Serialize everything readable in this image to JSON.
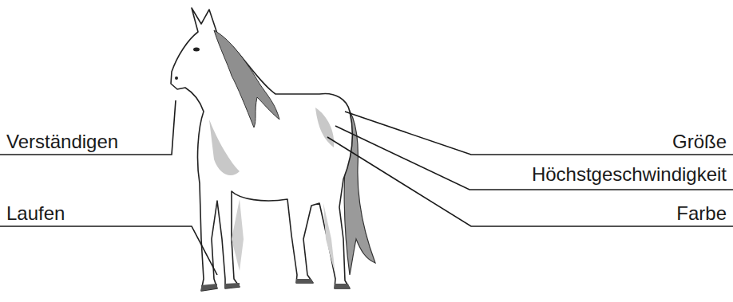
{
  "diagram": {
    "labels": [
      "Verständigen",
      "Größe",
      "Höchstgeschwindigkeit",
      "Farbe",
      "Laufen"
    ]
  }
}
